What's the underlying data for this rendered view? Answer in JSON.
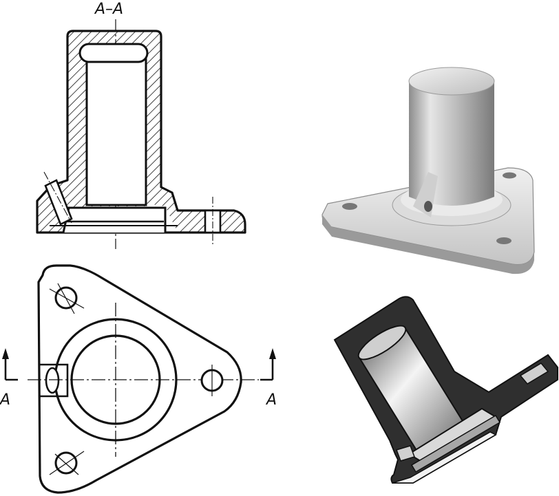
{
  "section_title": "A–A",
  "cut_label_left": "A",
  "cut_label_right": "A",
  "colors": {
    "line": "#111111",
    "hatch": "#111111",
    "shade_dark": "#3a3a3a",
    "shade_mid": "#9a9a9a",
    "shade_light": "#e8e8e8",
    "paper": "#ffffff"
  }
}
